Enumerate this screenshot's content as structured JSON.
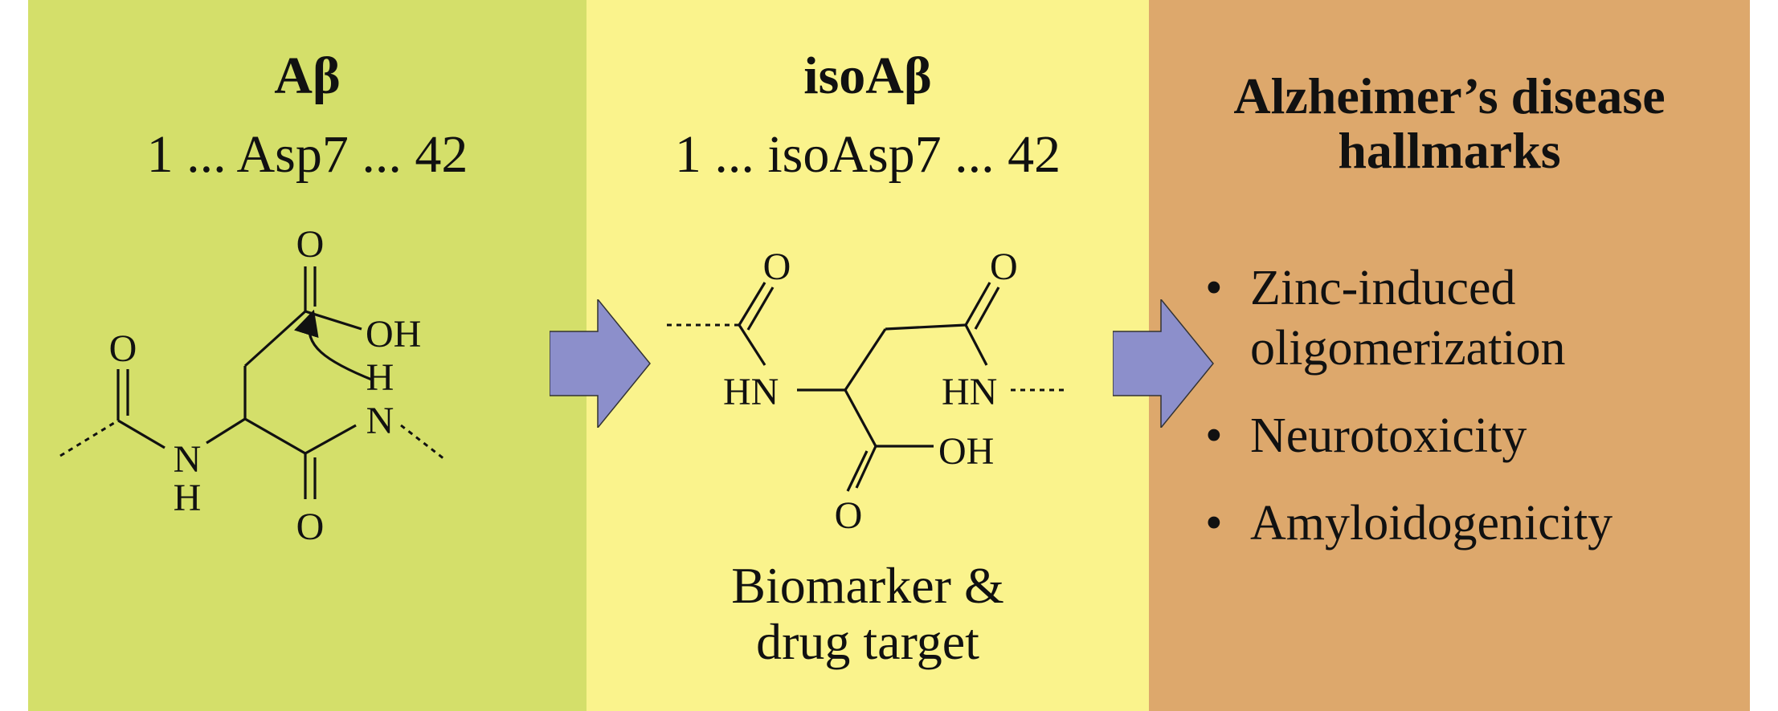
{
  "colors": {
    "panel_abeta": "#d4df6a",
    "panel_isoabeta": "#faf38c",
    "panel_hallmarks": "#dda86c",
    "arrow_fill": "#8c8fcb"
  },
  "panel_abeta": {
    "title": "Aβ",
    "subtitle": "1 ... Asp7 ... 42",
    "structure": {
      "atoms": {
        "o_top": "O",
        "oh": "OH",
        "o_left": "O",
        "h_upper": "H",
        "n_right": "N",
        "n_lower": "N",
        "h_lower": "H",
        "o_bottom": "O"
      }
    }
  },
  "panel_isoabeta": {
    "title": "isoAβ",
    "subtitle": "1 ... isoAsp7 ... 42",
    "structure": {
      "atoms": {
        "o_top_left": "O",
        "o_top_right": "O",
        "hn_left": "HN",
        "hn_right": "HN",
        "oh": "OH",
        "o_bottom": "O"
      }
    },
    "caption": [
      "Biomarker &",
      "drug target"
    ]
  },
  "panel_hallmarks": {
    "title": [
      "Alzheimer’s disease",
      "hallmarks"
    ],
    "bullet_symbol": "•",
    "bullets": [
      [
        "Zinc-induced",
        "oligomerization"
      ],
      [
        "Neurotoxicity"
      ],
      [
        "Amyloidogenicity"
      ]
    ]
  },
  "arrows": [
    {
      "name": "arrow-abeta-to-isoabeta",
      "icon": "right-block-arrow"
    },
    {
      "name": "arrow-isoabeta-to-hallmarks",
      "icon": "right-block-arrow"
    }
  ]
}
